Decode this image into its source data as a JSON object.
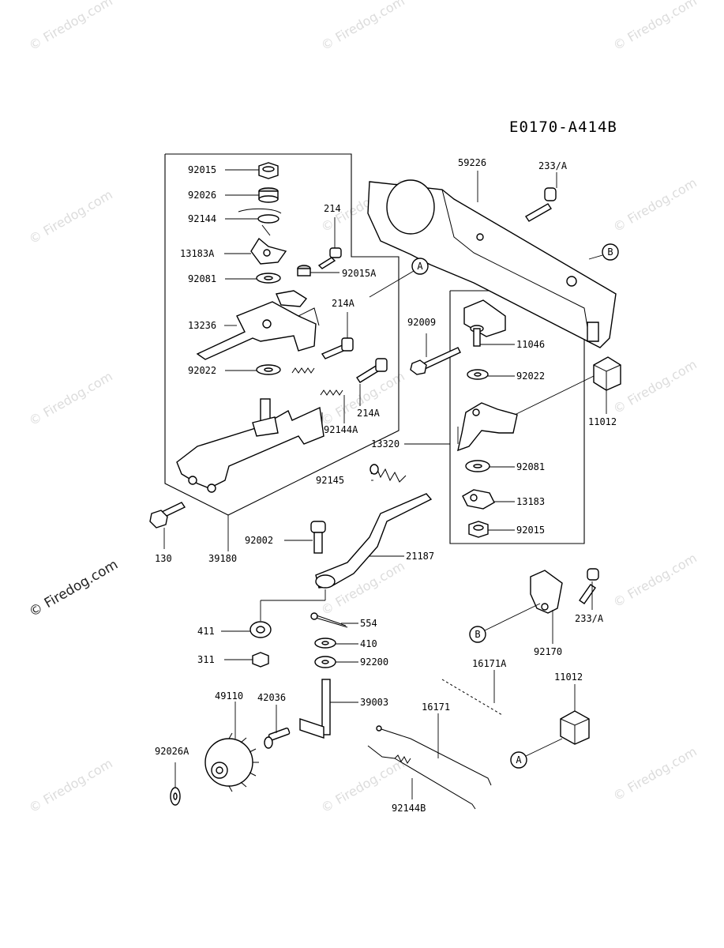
{
  "diagram_code": "E0170-A414B",
  "watermark": "© Firedog.com",
  "callouts": {
    "A": "A",
    "B": "B"
  },
  "labels": {
    "p92015_top": "92015",
    "p92026": "92026",
    "p92144": "92144",
    "p214": "214",
    "p13183A": "13183A",
    "p92081_left": "92081",
    "p92015A": "92015A",
    "p214A_top": "214A",
    "p13236": "13236",
    "p92022_left": "92022",
    "p214A_bottom": "214A",
    "p92144A": "92144A",
    "p130": "130",
    "p39180": "39180",
    "p59226": "59226",
    "p233A_top": "233/A",
    "p92009": "92009",
    "p11046": "11046",
    "p92022_right": "92022",
    "p11012_right": "11012",
    "p13320": "13320",
    "p92081_right": "92081",
    "p13183": "13183",
    "p92015_right": "92015",
    "p92145": "92145",
    "p92002": "92002",
    "p21187": "21187",
    "p554": "554",
    "p411": "411",
    "p410": "410",
    "p311": "311",
    "p92200": "92200",
    "p49110": "49110",
    "p42036": "42036",
    "p39003": "39003",
    "p92026A": "92026A",
    "p16171A": "16171A",
    "p16171": "16171",
    "p92144B": "92144B",
    "p11012_bottom": "11012",
    "p92170": "92170",
    "p233A_right": "233/A"
  }
}
